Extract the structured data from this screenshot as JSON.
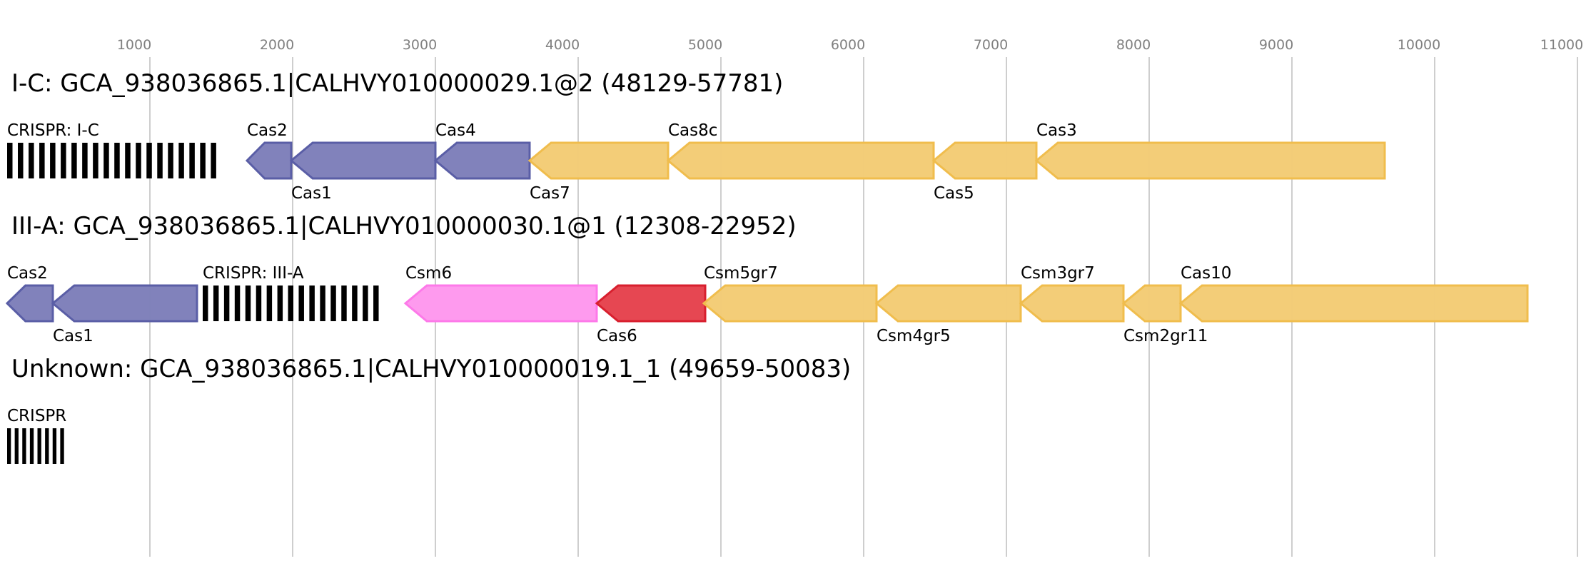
{
  "scale": {
    "ticks": [
      1000,
      2000,
      3000,
      4000,
      5000,
      6000,
      7000,
      8000,
      9000,
      10000,
      11000
    ]
  },
  "colors": {
    "blue_fill": "#7e7fba",
    "blue_stroke": "#5a5ea6",
    "yellow_fill": "#f3cc75",
    "yellow_stroke": "#f0bd4d",
    "pink_fill": "#fe98ee",
    "pink_stroke": "#fd79e9",
    "red_fill": "#e6434f",
    "red_stroke": "#d81f2e",
    "grid": "#bdbdbd"
  },
  "tracks": [
    {
      "title": "I-C: GCA_938036865.1|CALHVY010000029.1@2 (48129-57781)",
      "features": [
        {
          "kind": "crispr",
          "label": "CRISPR: I-C",
          "label_pos": "above",
          "start": 0,
          "end": 1502,
          "repeats": 20
        },
        {
          "kind": "gene",
          "label": "Cas2",
          "label_pos": "above",
          "start": 1680,
          "end": 1990,
          "color": "blue"
        },
        {
          "kind": "gene",
          "label": "Cas1",
          "label_pos": "below",
          "start": 1990,
          "end": 3000,
          "color": "blue"
        },
        {
          "kind": "gene",
          "label": "Cas4",
          "label_pos": "above",
          "start": 3000,
          "end": 3660,
          "color": "blue"
        },
        {
          "kind": "gene",
          "label": "Cas7",
          "label_pos": "below",
          "start": 3660,
          "end": 4630,
          "color": "yellow"
        },
        {
          "kind": "gene",
          "label": "Cas8c",
          "label_pos": "above",
          "start": 4630,
          "end": 6490,
          "color": "yellow"
        },
        {
          "kind": "gene",
          "label": "Cas5",
          "label_pos": "below",
          "start": 6490,
          "end": 7210,
          "color": "yellow"
        },
        {
          "kind": "gene",
          "label": "Cas3",
          "label_pos": "above",
          "start": 7210,
          "end": 9650,
          "color": "yellow"
        }
      ]
    },
    {
      "title": "III-A: GCA_938036865.1|CALHVY010000030.1@1 (12308-22952)",
      "features": [
        {
          "kind": "gene",
          "label": "Cas2",
          "label_pos": "above",
          "start": 0,
          "end": 320,
          "color": "blue"
        },
        {
          "kind": "gene",
          "label": "Cas1",
          "label_pos": "below",
          "start": 320,
          "end": 1330,
          "color": "blue"
        },
        {
          "kind": "crispr",
          "label": "CRISPR: III-A",
          "label_pos": "above",
          "start": 1370,
          "end": 2640,
          "repeats": 17
        },
        {
          "kind": "gene",
          "label": "Csm6",
          "label_pos": "above",
          "start": 2790,
          "end": 4130,
          "color": "pink"
        },
        {
          "kind": "gene",
          "label": "Cas6",
          "label_pos": "below",
          "start": 4130,
          "end": 4890,
          "color": "red"
        },
        {
          "kind": "gene",
          "label": "Csm5gr7",
          "label_pos": "above",
          "start": 4880,
          "end": 6090,
          "color": "yellow"
        },
        {
          "kind": "gene",
          "label": "Csm4gr5",
          "label_pos": "below",
          "start": 6090,
          "end": 7100,
          "color": "yellow"
        },
        {
          "kind": "gene",
          "label": "Csm3gr7",
          "label_pos": "above",
          "start": 7100,
          "end": 7820,
          "color": "yellow"
        },
        {
          "kind": "gene",
          "label": "Csm2gr11",
          "label_pos": "below",
          "start": 7820,
          "end": 8220,
          "color": "yellow"
        },
        {
          "kind": "gene",
          "label": "Cas10",
          "label_pos": "above",
          "start": 8220,
          "end": 10650,
          "color": "yellow"
        }
      ]
    },
    {
      "title": "Unknown: GCA_938036865.1|CALHVY010000019.1_1 (49659-50083)",
      "features": [
        {
          "kind": "crispr",
          "label": "CRISPR",
          "label_pos": "above",
          "start": 0,
          "end": 425,
          "repeats": 8
        }
      ]
    }
  ]
}
